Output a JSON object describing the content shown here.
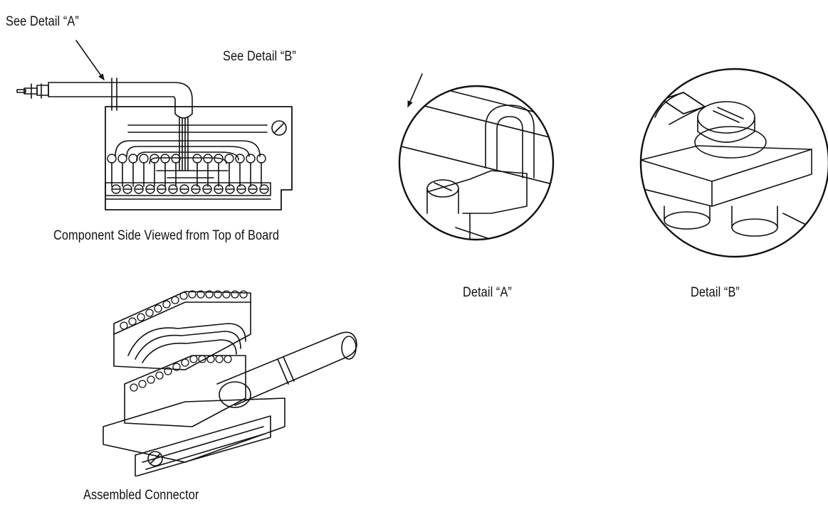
{
  "labels": {
    "see_detail_a": "See Detail “A”",
    "see_detail_b": "See Detail “B”",
    "component_side": "Component Side Viewed from Top of Board",
    "detail_a": "Detail “A”",
    "detail_b": "Detail “B”",
    "assembled": "Assembled Connector"
  },
  "colors": {
    "line": "#111111",
    "background": "#ffffff"
  }
}
